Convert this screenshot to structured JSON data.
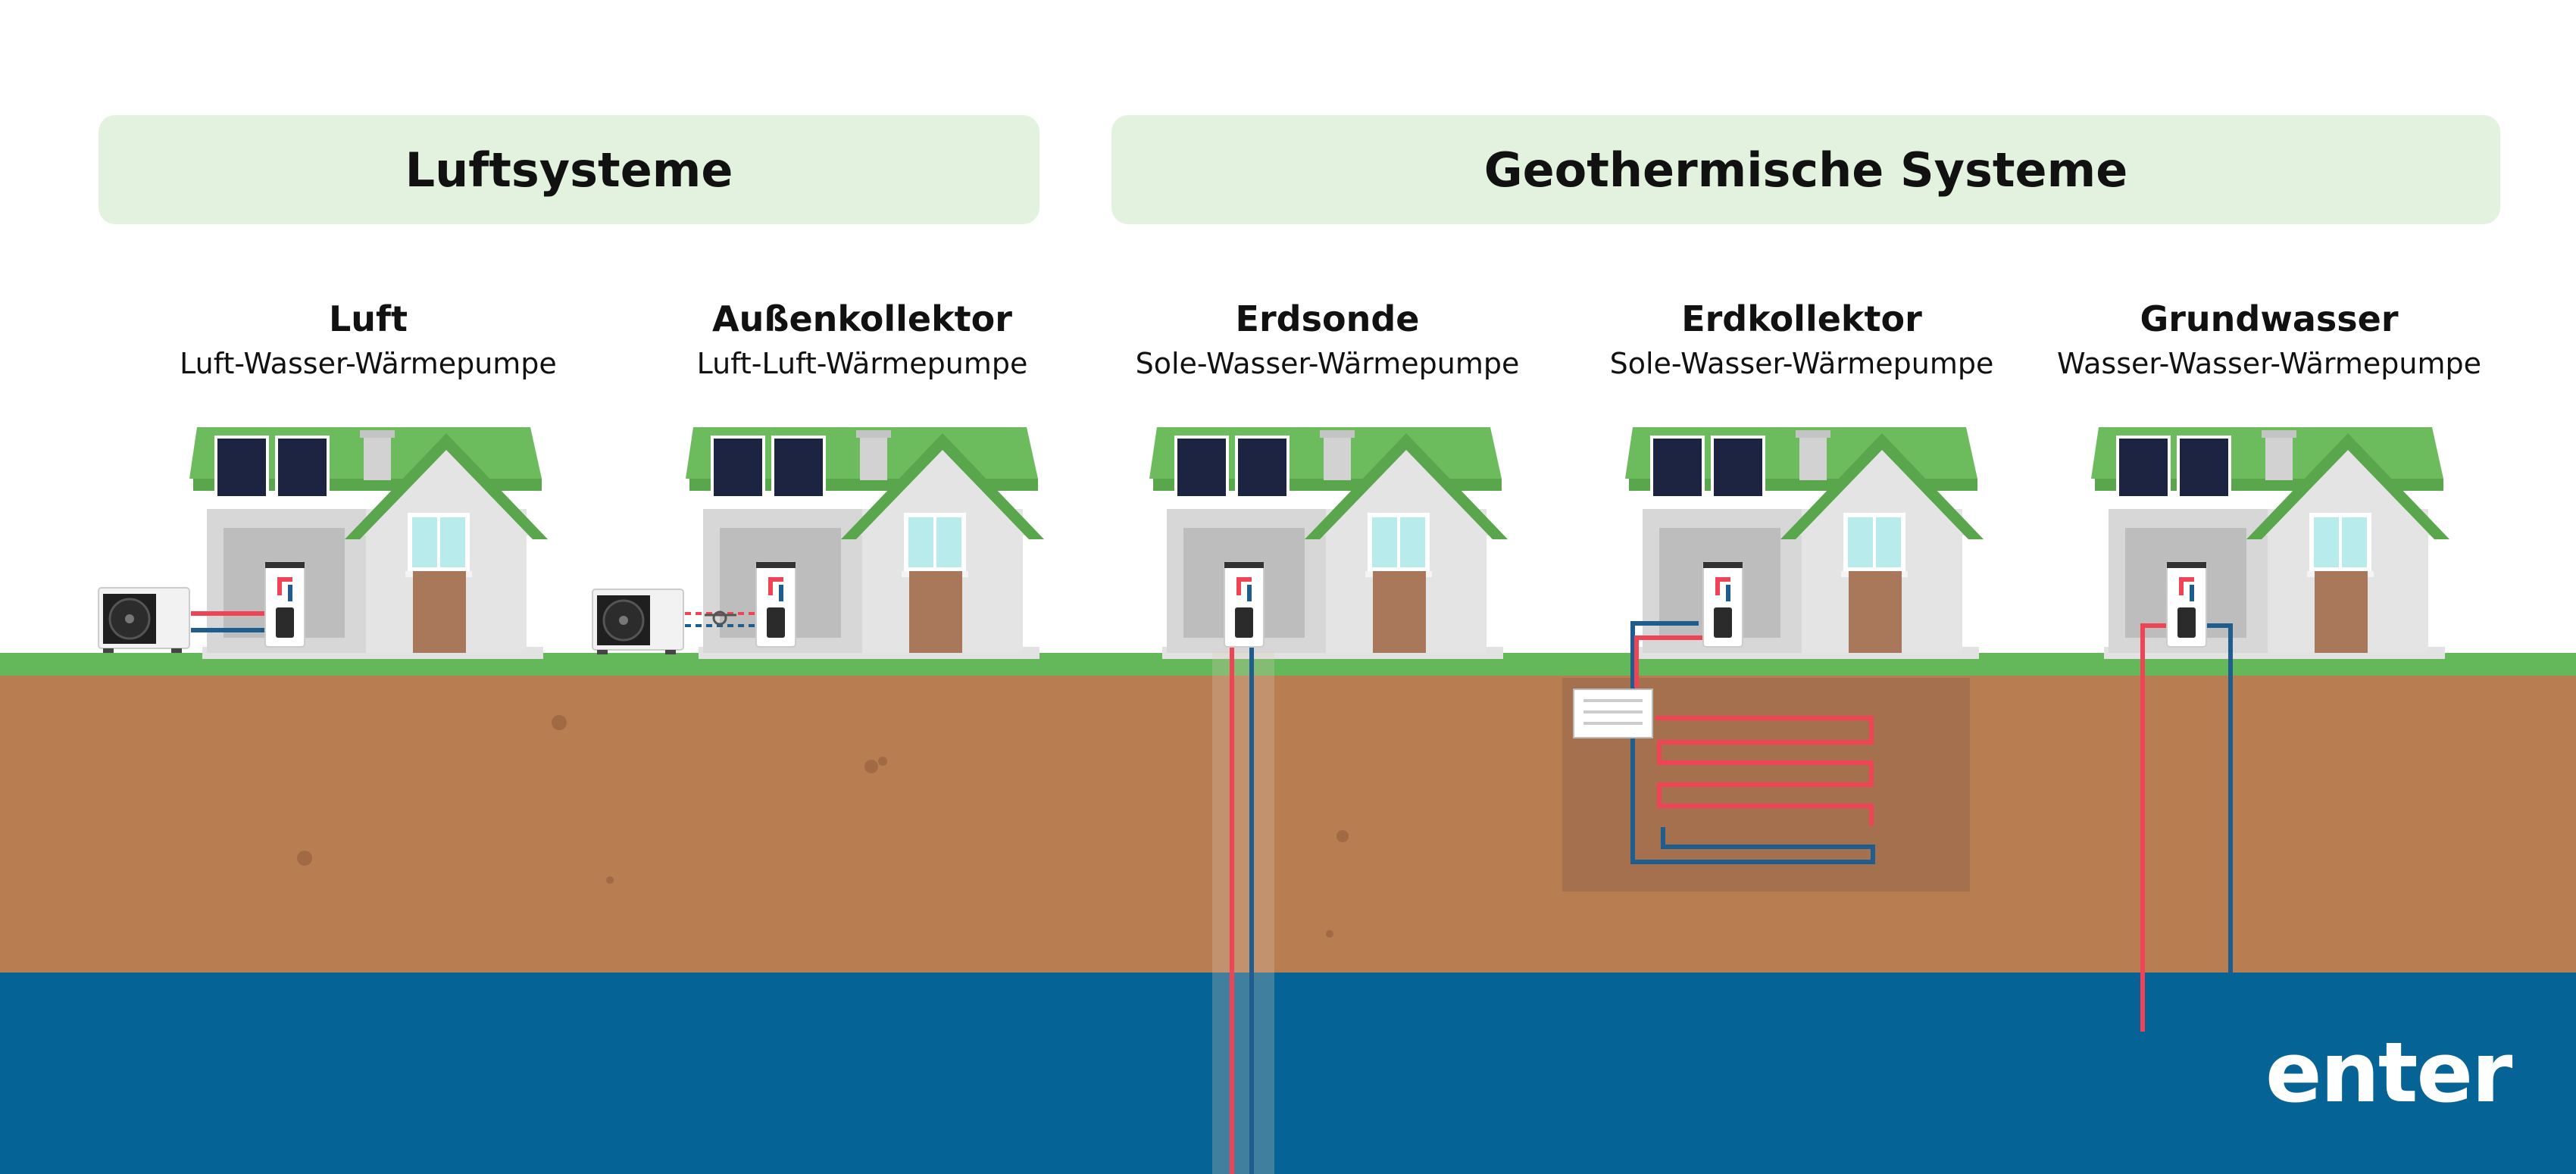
{
  "groups": {
    "air": "Luftsysteme",
    "geo": "Geothermische Systeme"
  },
  "systems": [
    {
      "title": "Luft",
      "subtitle": "Luft-Wasser-Wärmepumpe"
    },
    {
      "title": "Außenkollektor",
      "subtitle": "Luft-Luft-Wärmepumpe"
    },
    {
      "title": "Erdsonde",
      "subtitle": "Sole-Wasser-Wärmepumpe"
    },
    {
      "title": "Erdkollektor",
      "subtitle": "Sole-Wasser-Wärmepumpe"
    },
    {
      "title": "Grundwasser",
      "subtitle": "Wasser-Wasser-Wärmepumpe"
    }
  ],
  "brand": {
    "logo": "enter"
  },
  "colors": {
    "banner": "#e3f2de",
    "grass": "#65b85a",
    "soil": "#b97d52",
    "groundwater": "#066396",
    "roof": "#6cbb5c",
    "pipe_warm": "#ee4455",
    "pipe_cold": "#1f5d8f"
  }
}
